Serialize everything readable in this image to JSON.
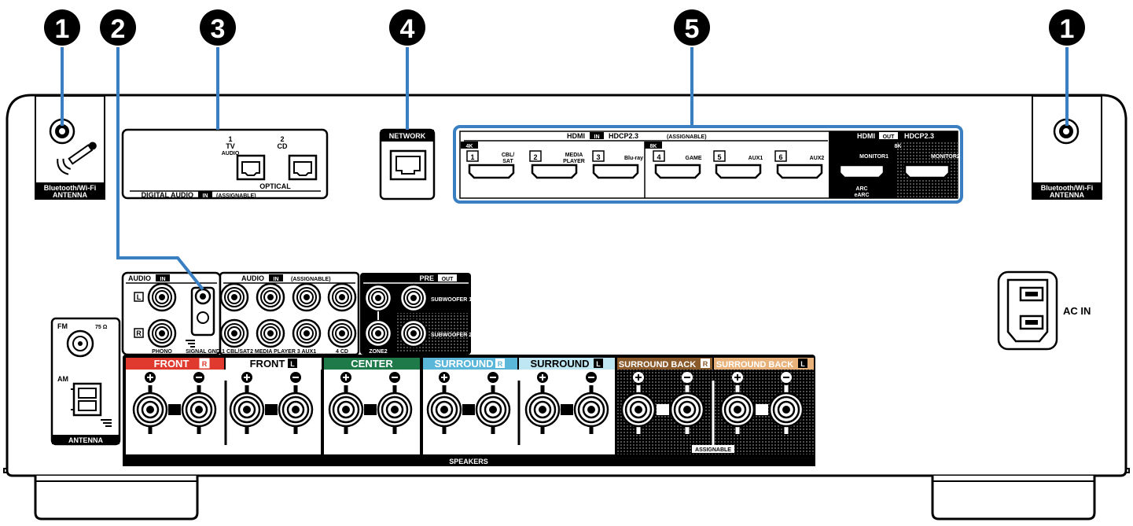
{
  "callouts": [
    "1",
    "2",
    "3",
    "4",
    "5",
    "1"
  ],
  "antenna_left": {
    "label_line1": "Bluetooth/Wi-Fi",
    "label_line2": "ANTENNA"
  },
  "antenna_right": {
    "label_line1": "Bluetooth/Wi-Fi",
    "label_line2": "ANTENNA"
  },
  "digital_audio": {
    "in1_num": "1",
    "in1_line1": "TV",
    "in1_line2": "AUDIO",
    "in2_num": "2",
    "in2_line1": "CD",
    "optical": "OPTICAL",
    "footer_a": "DIGITAL AUDIO",
    "footer_in": "IN",
    "footer_b": "(ASSIGNABLE)"
  },
  "network": {
    "label": "NETWORK"
  },
  "hdmi_in": {
    "title": "HDMI",
    "badge": "IN",
    "hdcp": "HDCP2.3",
    "assignable": "(ASSIGNABLE)",
    "tag_4k": "4K",
    "tag_8k": "8K",
    "ports": [
      {
        "num": "1",
        "line1": "CBL/",
        "line2": "SAT"
      },
      {
        "num": "2",
        "line1": "MEDIA",
        "line2": "PLAYER"
      },
      {
        "num": "3",
        "line1": "Blu-ray",
        "line2": ""
      },
      {
        "num": "4",
        "line1": "GAME",
        "line2": ""
      },
      {
        "num": "5",
        "line1": "AUX1",
        "line2": ""
      },
      {
        "num": "6",
        "line1": "AUX2",
        "line2": ""
      }
    ]
  },
  "hdmi_out": {
    "title": "HDMI",
    "badge": "OUT",
    "hdcp": "HDCP2.3",
    "tag_8k": "8K",
    "monitor1": "MONITOR1",
    "monitor2": "MONITOR2",
    "arc": "ARC",
    "earc": "eARC"
  },
  "ac_in": {
    "label": "AC IN"
  },
  "antenna_fm_am": {
    "fm": "FM",
    "ohm": "75 Ω",
    "am": "AM",
    "footer": "ANTENNA"
  },
  "audio_in_phono": {
    "title": "AUDIO",
    "badge": "IN",
    "l": "L",
    "r": "R",
    "phono": "PHONO",
    "gnd": "SIGNAL GND"
  },
  "audio_in": {
    "title": "AUDIO",
    "badge": "IN",
    "assignable": "(ASSIGNABLE)",
    "labels": [
      "1 CBL/SAT",
      "2 MEDIA PLAYER",
      "3 AUX1",
      "4 CD"
    ]
  },
  "pre_out": {
    "title": "PRE",
    "badge": "OUT",
    "sub1": "SUBWOOFER 1",
    "sub2": "SUBWOOFER 2",
    "zone2": "ZONE2"
  },
  "speakers": {
    "footer": "SPEAKERS",
    "assignable": "ASSIGNABLE",
    "channels": [
      {
        "name": "FRONT",
        "side": "R",
        "color": "#e03a2f"
      },
      {
        "name": "FRONT",
        "side": "L",
        "color": "#ffffff"
      },
      {
        "name": "CENTER",
        "side": "",
        "color": "#1f7a4a"
      },
      {
        "name": "SURROUND",
        "side": "R",
        "color": "#5bb7d9"
      },
      {
        "name": "SURROUND",
        "side": "L",
        "color": "#bfe6f3"
      },
      {
        "name": "SURROUND BACK",
        "side": "R",
        "color": "#8b5a2b"
      },
      {
        "name": "SURROUND BACK",
        "side": "L",
        "color": "#e9b27a"
      }
    ]
  },
  "colors": {
    "callout_line": "#3a7fc1",
    "panel": "#000000"
  }
}
